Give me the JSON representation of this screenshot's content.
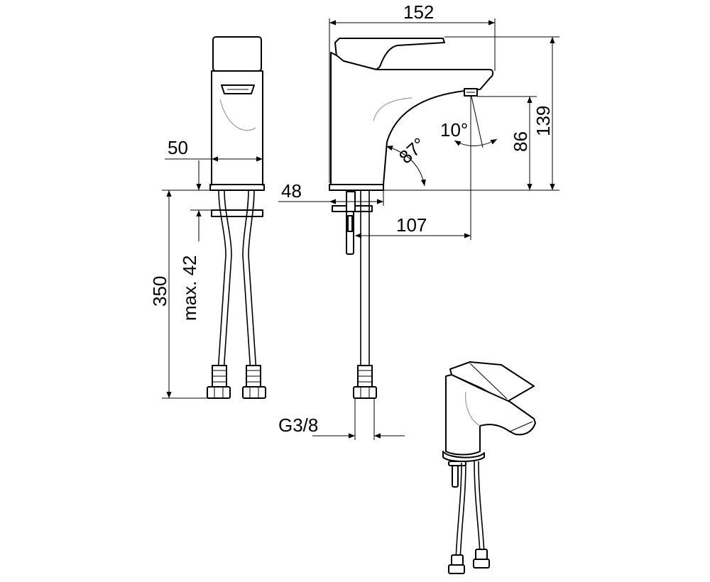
{
  "dimensions": {
    "width_152": "152",
    "height_139": "139",
    "spout_height_86": "86",
    "angle_10": "10°",
    "angle_87": "87°",
    "depth_48": "48",
    "reach_107": "107",
    "base_50": "50",
    "hose_350": "350",
    "max_42": "max. 42",
    "thread": "G3/8"
  }
}
